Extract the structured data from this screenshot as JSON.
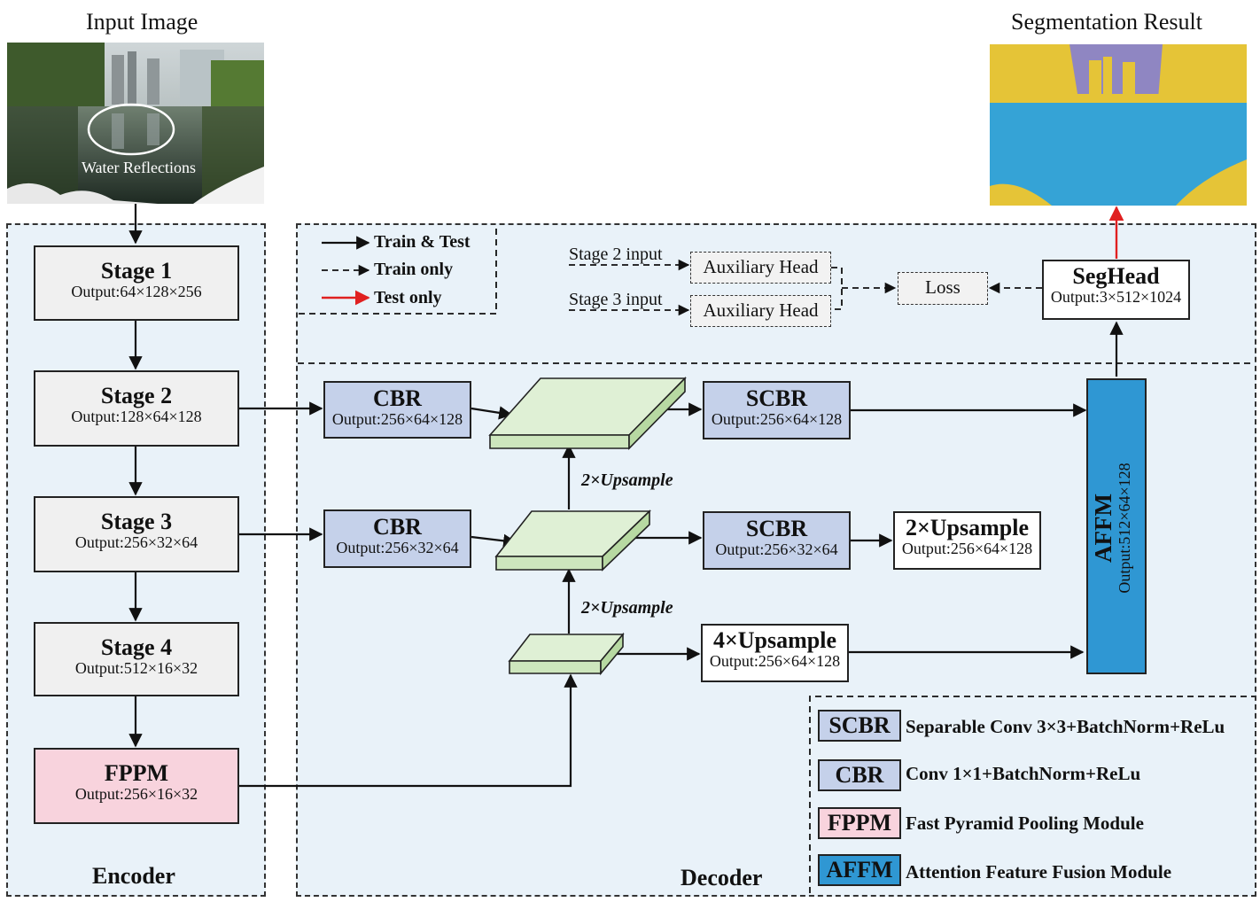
{
  "input": {
    "caption": "Input Image",
    "annotation": "Water Reflections"
  },
  "output": {
    "caption": "Segmentation Result"
  },
  "encoder": {
    "label": "Encoder",
    "stages": [
      {
        "title": "Stage 1",
        "output": "Output:64×128×256"
      },
      {
        "title": "Stage 2",
        "output": "Output:128×64×128"
      },
      {
        "title": "Stage 3",
        "output": "Output:256×32×64"
      },
      {
        "title": "Stage 4",
        "output": "Output:512×16×32"
      }
    ],
    "fppm": {
      "title": "FPPM",
      "output": "Output:256×16×32"
    }
  },
  "decoder": {
    "label": "Decoder",
    "cbr1": {
      "title": "CBR",
      "output": "Output:256×64×128"
    },
    "cbr2": {
      "title": "CBR",
      "output": "Output:256×32×64"
    },
    "scbr1": {
      "title": "SCBR",
      "output": "Output:256×64×128"
    },
    "scbr2": {
      "title": "SCBR",
      "output": "Output:256×32×64"
    },
    "up2": {
      "title": "2×Upsample",
      "output": "Output:256×64×128"
    },
    "up4": {
      "title": "4×Upsample",
      "output": "Output:256×64×128"
    },
    "up_label_top": "2×Upsample",
    "up_label_bottom": "2×Upsample",
    "affm": {
      "title": "AFFM",
      "output": "Output:512×64×128"
    },
    "seghead": {
      "title": "SegHead",
      "output": "Output:3×512×1024"
    },
    "aux": {
      "stage2_input": "Stage 2 input",
      "stage3_input": "Stage 3 input",
      "head1": "Auxiliary Head",
      "head2": "Auxiliary Head",
      "loss": "Loss"
    }
  },
  "legend": {
    "train_test": "Train & Test",
    "train_only": "Train only",
    "test_only": "Test only",
    "colors": {
      "train_test": "#111111",
      "train_only": "#111111",
      "test_only": "#e02020"
    }
  },
  "key": [
    {
      "abbr": "SCBR",
      "desc": "Separable Conv 3×3+BatchNorm+ReLu",
      "color": "#c5d1ea"
    },
    {
      "abbr": "CBR",
      "desc": "Conv 1×1+BatchNorm+ReLu",
      "color": "#c5d1ea"
    },
    {
      "abbr": "FPPM",
      "desc": "Fast Pyramid Pooling Module",
      "color": "#f8d3dd"
    },
    {
      "abbr": "AFFM",
      "desc": "Attention Feature Fusion Module",
      "color": "#2f97d3"
    }
  ],
  "colors": {
    "panel_bg": "#e9f2f9",
    "cuboid_top": "#dff0d5",
    "cuboid_side": "#b7d9a2",
    "affm": "#2f97d3"
  }
}
